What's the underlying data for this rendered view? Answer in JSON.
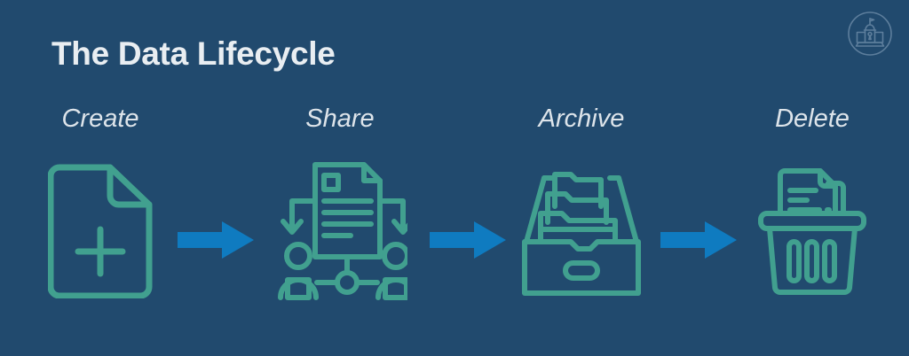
{
  "header": {
    "title": "The Data Lifecycle",
    "logo_icon": "capitol-building-circle-logo"
  },
  "colors": {
    "background": "#214a6e",
    "title_text": "#e9eef2",
    "label_text": "#dde4ea",
    "icon_stroke": "#41a08f",
    "arrow_fill": "#0f7bc0",
    "logo_stroke": "#5d7e9c"
  },
  "flow": {
    "stages": [
      {
        "label": "Create",
        "icon": "document-add-icon"
      },
      {
        "label": "Share",
        "icon": "document-share-network-icon"
      },
      {
        "label": "Archive",
        "icon": "file-drawer-icon"
      },
      {
        "label": "Delete",
        "icon": "trash-bin-document-icon"
      }
    ],
    "connectors": [
      {
        "icon": "arrow-right-icon"
      },
      {
        "icon": "arrow-right-icon"
      },
      {
        "icon": "arrow-right-icon"
      }
    ]
  }
}
